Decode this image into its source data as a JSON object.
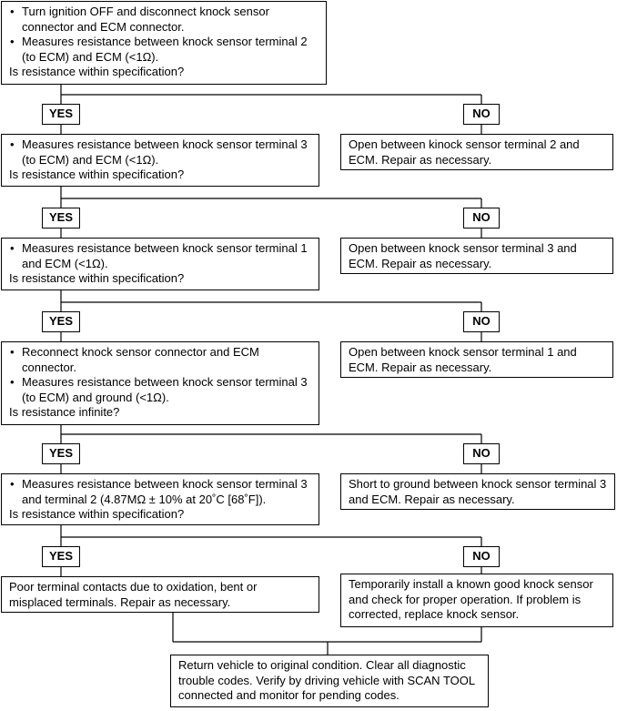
{
  "steps": [
    {
      "bullets": [
        "Turn ignition OFF and disconnect knock sensor connector and ECM connector.",
        "Measures resistance between knock sensor terminal 2 (to ECM) and ECM (<1Ω)."
      ],
      "question": "Is resistance within specification?"
    },
    {
      "bullets": [
        "Measures resistance between knock sensor terminal 3 (to ECM) and ECM  (<1Ω)."
      ],
      "question": "Is resistance within specification?",
      "no_result": "Open between kinock sensor terminal 2 and ECM. Repair as necessary."
    },
    {
      "bullets": [
        "Measures resistance between knock sensor terminal 1 and ECM  (<1Ω)."
      ],
      "question": "Is resistance within specification?",
      "no_result": "Open between knock sensor terminal 3 and ECM. Repair as necessary."
    },
    {
      "bullets": [
        "Reconnect knock sensor connector and ECM connector.",
        "Measures resistance between knock sensor terminal 3 (to ECM) and ground  (<1Ω)."
      ],
      "question": "Is resistance infinite?",
      "no_result": "Open between knock sensor terminal 1 and ECM. Repair as necessary."
    },
    {
      "bullets": [
        "Measures resistance between knock sensor terminal 3 and terminal 2 (4.87MΩ ± 10% at 20˚C [68˚F])."
      ],
      "question": "Is resistance within specification?",
      "no_result": "Short to ground between knock sensor terminal 3 and ECM. Repair as necessary."
    }
  ],
  "final_yes_result": "Poor terminal contacts due to oxidation, bent or misplaced terminals. Repair as necessary.",
  "final_no_result": "Temporarily install a known good knock sensor and check for proper operation. If problem is corrected, replace knock sensor.",
  "end_result": "Return vehicle to original condition. Clear all diagnostic trouble codes. Verify by driving vehicle with SCAN TOOL connected and monitor for pending codes.",
  "labels": {
    "yes": "YES",
    "no": "NO"
  }
}
